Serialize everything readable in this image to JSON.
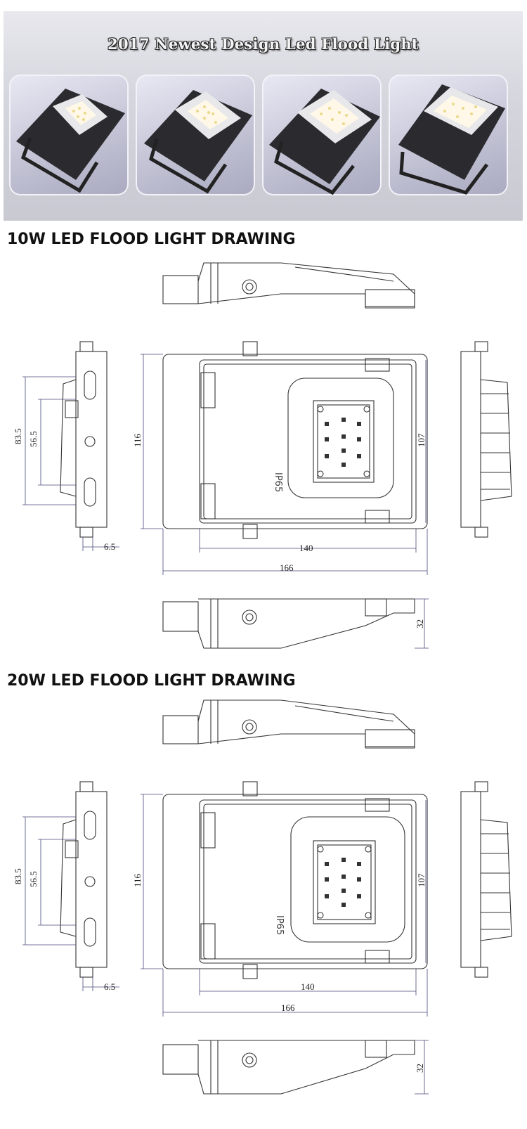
{
  "banner": {
    "title": "2017 Newest Design Led Flood Light",
    "thumbnails": [
      "flood-light-10w",
      "flood-light-20w",
      "flood-light-30w",
      "flood-light-50w"
    ]
  },
  "drawings": [
    {
      "heading": "10W LED FLOOD LIGHT DRAWING",
      "label_ip": "IP65",
      "dims": {
        "h_outer": "83.5",
        "h_inner": "56.5",
        "depth_small": "6.5",
        "height_total": "116",
        "height_inner": "107",
        "width_inner": "140",
        "width_total": "166",
        "thickness": "32"
      }
    },
    {
      "heading": "20W LED FLOOD LIGHT DRAWING",
      "label_ip": "IP65",
      "dims": {
        "h_outer": "83.5",
        "h_inner": "56.5",
        "depth_small": "6.5",
        "height_total": "116",
        "height_inner": "107",
        "width_inner": "140",
        "width_total": "166",
        "thickness": "32"
      }
    }
  ]
}
